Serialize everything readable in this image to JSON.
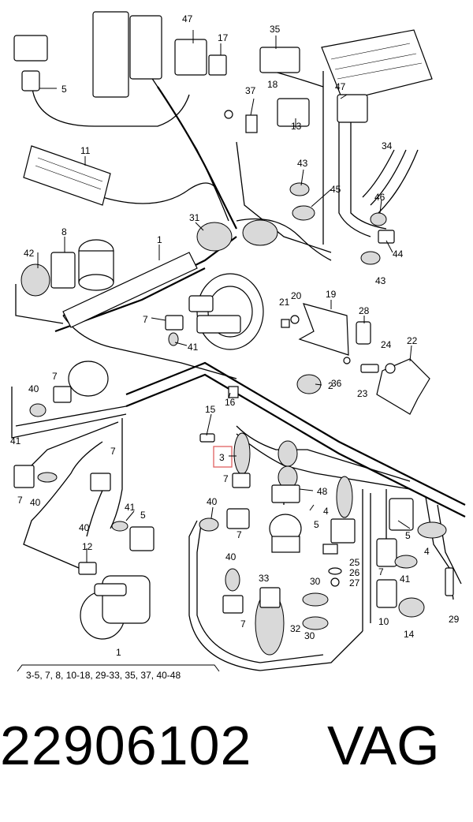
{
  "callouts": {
    "c1_top": "1",
    "c2": "2",
    "c3": "3",
    "c4a": "4",
    "c4b": "4",
    "c5a": "5",
    "c5b": "5",
    "c5c": "5",
    "c5d": "5",
    "c7a": "7",
    "c7b": "7",
    "c7c": "7",
    "c7d": "7",
    "c7e": "7",
    "c7f": "7",
    "c7g": "7",
    "c7h": "7",
    "c8": "8",
    "c10": "10",
    "c11": "11",
    "c12": "12",
    "c13": "13",
    "c14": "14",
    "c15": "15",
    "c16": "16",
    "c17": "17",
    "c18": "18",
    "c19": "19",
    "c20": "20",
    "c21": "21",
    "c22": "22",
    "c23": "23",
    "c24": "24",
    "c25": "25",
    "c26": "26",
    "c27": "27",
    "c28": "28",
    "c29": "29",
    "c30a": "30",
    "c30b": "30",
    "c31": "31",
    "c32": "32",
    "c33": "33",
    "c34": "34",
    "c35": "35",
    "c36": "36",
    "c37": "37",
    "c40a": "40",
    "c40b": "40",
    "c40c": "40",
    "c40d": "40",
    "c40e": "40",
    "c41a": "41",
    "c41b": "41",
    "c41c": "41",
    "c41d": "41",
    "c42": "42",
    "c43a": "43",
    "c43b": "43",
    "c44": "44",
    "c45": "45",
    "c46": "46",
    "c47a": "47",
    "c47b": "47",
    "c48": "48"
  },
  "legend": {
    "number": "1",
    "items": "3-5, 7, 8, 10-18, 29-33, 35, 37, 40-48"
  },
  "footer": {
    "part_number": "22906102",
    "brand": "VAG"
  },
  "colors": {
    "highlight_box": "#e06060",
    "line": "#000000",
    "background": "#ffffff"
  }
}
